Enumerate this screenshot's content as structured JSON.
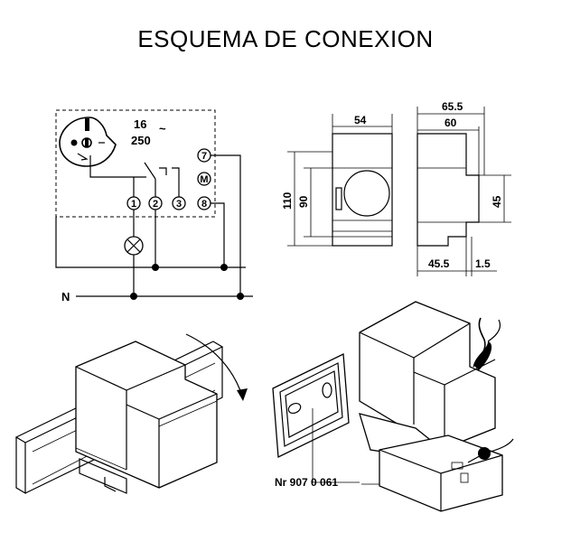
{
  "title": "ESQUEMA DE CONEXION",
  "wiring": {
    "rating_current": "16",
    "rating_voltage": "250",
    "ac_symbol": "~",
    "terminals": [
      "1",
      "2",
      "3",
      "8",
      "7"
    ],
    "motor_symbol": "M",
    "neutral_label": "N"
  },
  "dimensions": {
    "front_width": "54",
    "overall_height": "110",
    "body_height": "90",
    "side_depth_total": "65.5",
    "side_depth": "60",
    "side_height": "45",
    "bottom_depth": "45.5",
    "bottom_offset": "1.5"
  },
  "accessory": {
    "part_number": "Nr 907 0 061"
  }
}
